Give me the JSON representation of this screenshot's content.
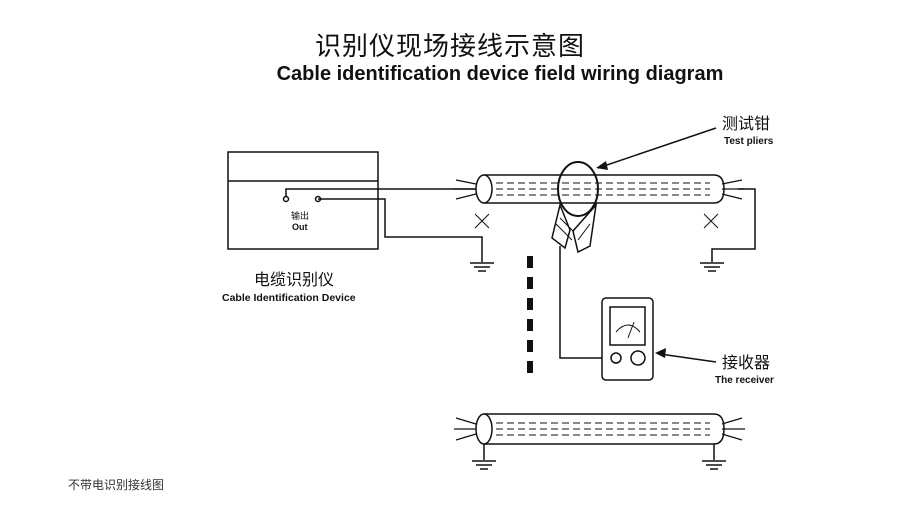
{
  "title": {
    "zh": "识别仪现场接线示意图",
    "en": "Cable identification device field wiring diagram"
  },
  "device": {
    "name_zh": "电缆识别仪",
    "name_en": "Cable Identification Device",
    "output_zh": "输出",
    "output_en": "Out"
  },
  "pliers": {
    "label_zh": "测试钳",
    "label_en": "Test pliers"
  },
  "receiver": {
    "label_zh": "接收器",
    "label_en": "The receiver"
  },
  "caption": "不带电识别接线图"
}
